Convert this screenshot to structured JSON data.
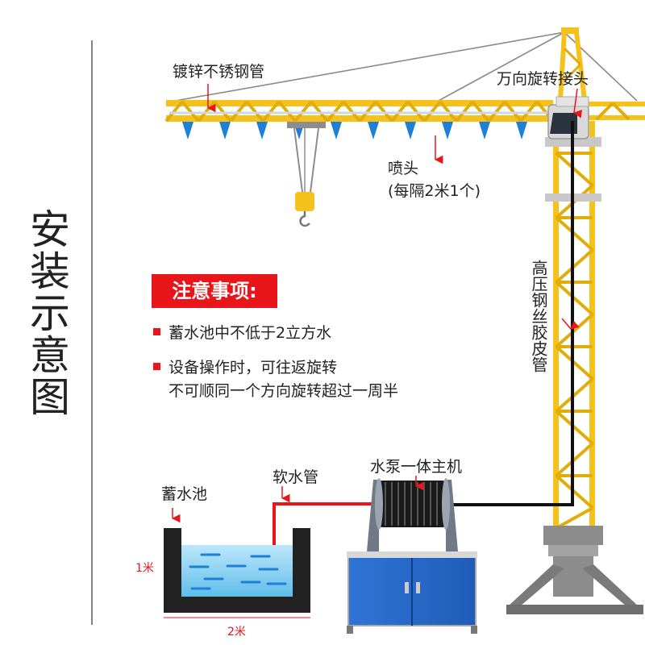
{
  "title": "安装示意图",
  "labels": {
    "galvanized_pipe": "镀锌不锈钢管",
    "swivel_joint": "万向旋转接头",
    "nozzle_line1": "喷头",
    "nozzle_line2": "(每隔2米1个)",
    "hose": "高压钢丝胶皮管",
    "reservoir": "蓄水池",
    "soft_pipe": "软水管",
    "pump_unit": "水泵一体主机",
    "depth": "1米",
    "width": "2米"
  },
  "notes": {
    "title": "注意事项:",
    "items": [
      {
        "line1": "蓄水池中不低于2立方水",
        "line2": ""
      },
      {
        "line1": "设备操作时，可往返旋转",
        "line2": "不可顺同一个方向旋转超过一周半"
      }
    ]
  },
  "colors": {
    "crane": "#f5c21b",
    "crane_dark": "#d9a400",
    "nozzle": "#1f7fd6",
    "arrow": "#e8151b",
    "water": "#8fd3f5",
    "cabinet": "#2d6fd0",
    "hose": "#111111",
    "cable": "#888888"
  }
}
